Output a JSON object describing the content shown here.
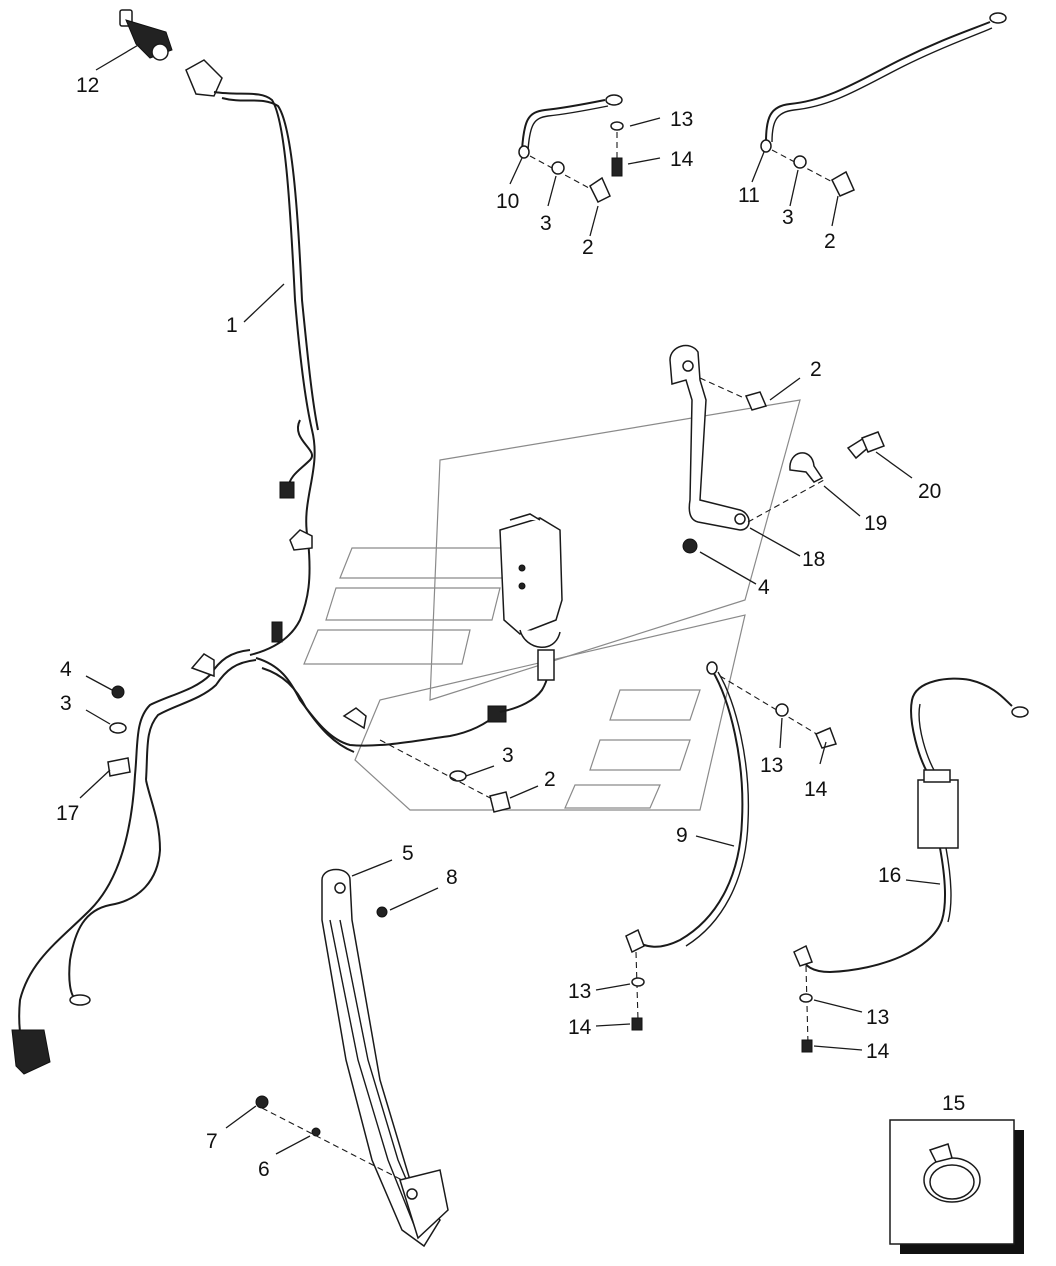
{
  "diagram": {
    "callouts": [
      {
        "id": "c12",
        "text": "12"
      },
      {
        "id": "c1",
        "text": "1"
      },
      {
        "id": "c13a",
        "text": "13"
      },
      {
        "id": "c14a",
        "text": "14"
      },
      {
        "id": "c10",
        "text": "10"
      },
      {
        "id": "c3a",
        "text": "3"
      },
      {
        "id": "c2a",
        "text": "2"
      },
      {
        "id": "c11",
        "text": "11"
      },
      {
        "id": "c3b",
        "text": "3"
      },
      {
        "id": "c2b",
        "text": "2"
      },
      {
        "id": "c2c",
        "text": "2"
      },
      {
        "id": "c20",
        "text": "20"
      },
      {
        "id": "c19",
        "text": "19"
      },
      {
        "id": "c18",
        "text": "18"
      },
      {
        "id": "c4a",
        "text": "4"
      },
      {
        "id": "c4b",
        "text": "4"
      },
      {
        "id": "c3c",
        "text": "3"
      },
      {
        "id": "c17",
        "text": "17"
      },
      {
        "id": "c3d",
        "text": "3"
      },
      {
        "id": "c2d",
        "text": "2"
      },
      {
        "id": "c13b",
        "text": "13"
      },
      {
        "id": "c14b",
        "text": "14"
      },
      {
        "id": "c9",
        "text": "9"
      },
      {
        "id": "c5",
        "text": "5"
      },
      {
        "id": "c8",
        "text": "8"
      },
      {
        "id": "c16",
        "text": "16"
      },
      {
        "id": "c13c",
        "text": "13"
      },
      {
        "id": "c14c",
        "text": "14"
      },
      {
        "id": "c13d",
        "text": "13"
      },
      {
        "id": "c14d",
        "text": "14"
      },
      {
        "id": "c15",
        "text": "15"
      },
      {
        "id": "c7",
        "text": "7"
      },
      {
        "id": "c6",
        "text": "6"
      }
    ]
  }
}
